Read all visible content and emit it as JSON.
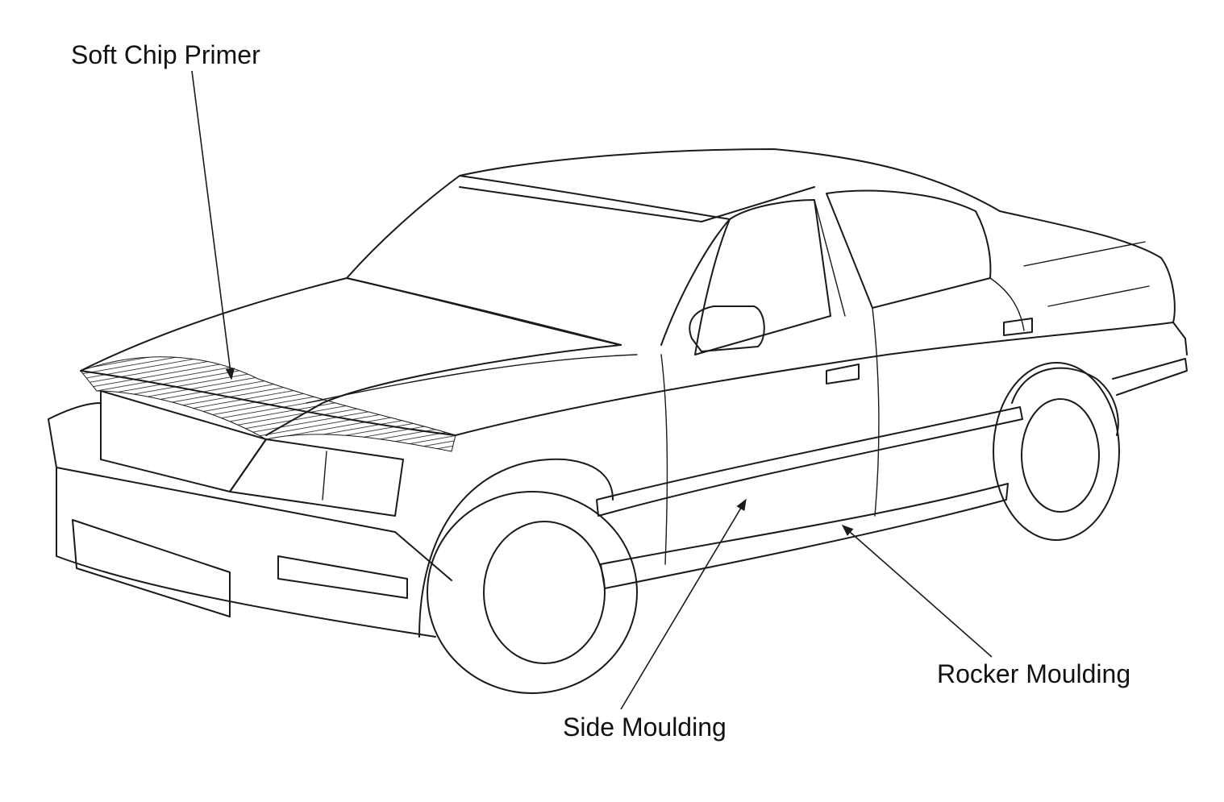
{
  "labels": {
    "soft_chip_primer": "Soft Chip Primer",
    "side_moulding": "Side Moulding",
    "rocker_moulding": "Rocker Moulding"
  },
  "colors": {
    "line": "#1a1a1a",
    "background": "#ffffff"
  }
}
